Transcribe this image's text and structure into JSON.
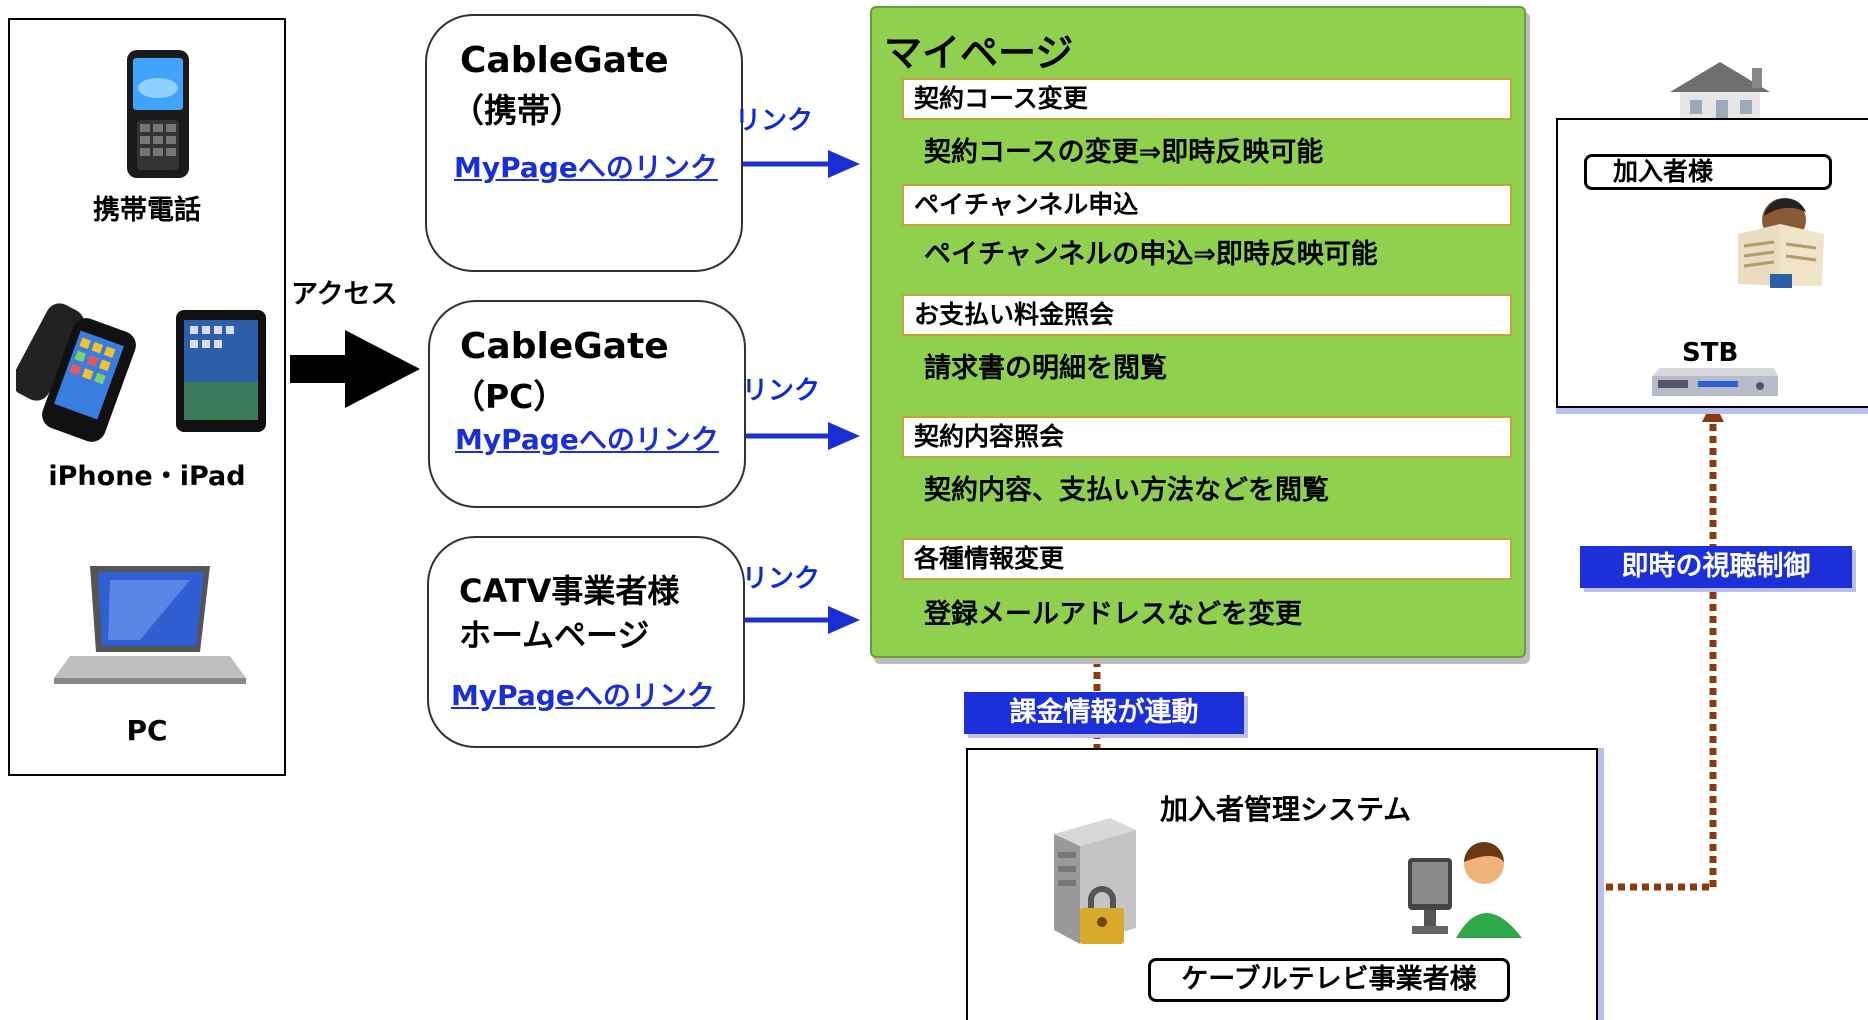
{
  "devices": {
    "mobile_label": "携帯電話",
    "iphone_label": "iPhone・iPad",
    "pc_label": "PC"
  },
  "access_label": "アクセス",
  "cablegate_mobile": {
    "title_line1": "CableGate",
    "title_line2": "（携帯）",
    "link": "MyPageへのリンク",
    "arrow_label": "リンク"
  },
  "cablegate_pc": {
    "title_line1": "CableGate",
    "title_line2": "（PC）",
    "link": "MyPageへのリンク",
    "arrow_label": "リンク"
  },
  "catv_home": {
    "title_line1": "CATV事業者様",
    "title_line2": "ホームページ",
    "link": "MyPageへのリンク",
    "arrow_label": "リンク"
  },
  "mypage": {
    "title": "マイページ",
    "items": [
      {
        "head": "契約コース変更",
        "sub": "契約コースの変更⇒即時反映可能"
      },
      {
        "head": "ペイチャンネル申込",
        "sub": "ペイチャンネルの申込⇒即時反映可能"
      },
      {
        "head": "お支払い料金照会",
        "sub": "請求書の明細を閲覧"
      },
      {
        "head": "契約内容照会",
        "sub": "契約内容、支払い方法などを閲覧"
      },
      {
        "head": "各種情報変更",
        "sub": "登録メールアドレスなどを変更"
      }
    ]
  },
  "billing_tag": "課金情報が連動",
  "mgmt_system": {
    "title": "加入者管理システム",
    "operator": "ケーブルテレビ事業者様"
  },
  "subscriber": {
    "label": "加入者様",
    "stb": "STB"
  },
  "control_tag": "即時の視聴制御",
  "colors": {
    "mypage_green": "#8fd14f",
    "tag_blue": "#1c2fd8",
    "arrow_blue": "#1a2fd6",
    "dotted_brown": "#8b3a0e"
  }
}
